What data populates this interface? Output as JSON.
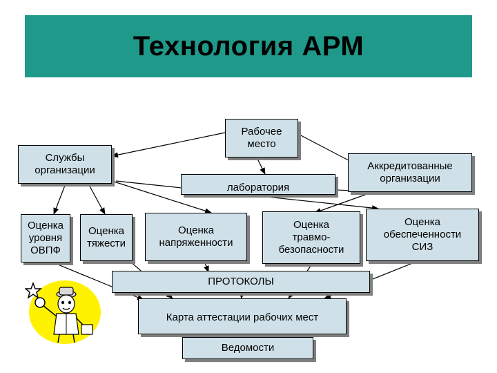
{
  "colors": {
    "title_bg": "#1f9a8a",
    "box_fill": "#cfe0e8",
    "box_border": "#000000",
    "shadow": "#7f7f7f",
    "arrow": "#000000"
  },
  "title": "Технология АРМ",
  "nodes": {
    "workplace": "Рабочее\nместо",
    "services": "Службы\nорганизации",
    "accredited": "Аккредитованные\nорганизации",
    "laboratory": "лаборатория",
    "ovpf": "Оценка\nуровня\nОВПФ",
    "severity": "Оценка\nтяжести",
    "tension": "Оценка\nнапряженности",
    "injury": "Оценка\nтравмо-\nбезопасности",
    "siz": "Оценка\nобеспеченности\nСИЗ",
    "protocols": "ПРОТОКОЛЫ",
    "card": "Карта аттестации рабочих мест",
    "statements": "Ведомости"
  },
  "icons": {
    "clipart": "inspector-with-magnifier-icon"
  }
}
